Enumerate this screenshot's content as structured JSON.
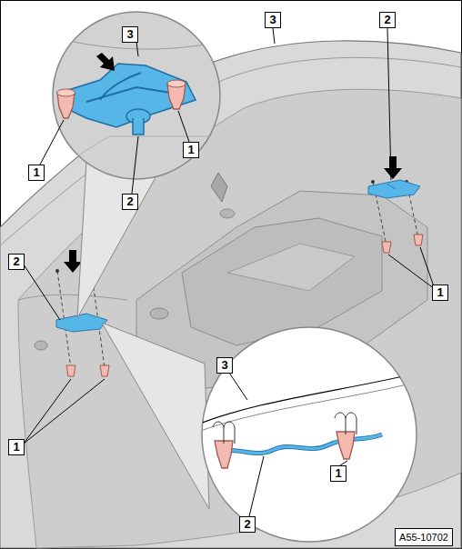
{
  "diagram": {
    "labels": [
      "3",
      "3",
      "2",
      "1",
      "1",
      "2",
      "2",
      "1",
      "3",
      "1",
      "1",
      "2",
      "A55-10702"
    ]
  }
}
